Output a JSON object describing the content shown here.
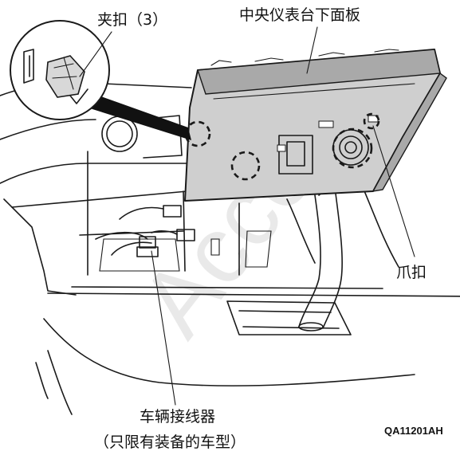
{
  "labels": {
    "clip": "夹扣（3）",
    "panel": "中央仪表台下面板",
    "claw": "爪扣",
    "connector_line1": "车辆接线器",
    "connector_line2": "（只限有装备的车型）"
  },
  "figure_code": "QA11201AH",
  "watermark": "Acces"
}
